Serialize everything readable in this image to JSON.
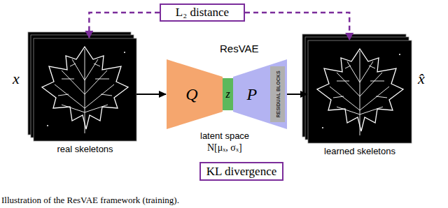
{
  "diagram": {
    "caption": "Illustration of the ResVAE framework (training).",
    "nodes": [
      {
        "text": [
          "L₂ distance"
        ]
      },
      {
        "text": [
          "real skeletons"
        ]
      },
      {
        "text": [
          "Q"
        ]
      },
      {
        "text": [
          "z"
        ]
      },
      {
        "text": [
          "P"
        ]
      },
      {
        "text": [
          "RESIDUAL BLOCKS"
        ],
        "in": 4
      },
      {
        "text": [
          "learned skeletons"
        ]
      },
      {
        "text": [
          "KL divergence"
        ]
      }
    ],
    "edges": [
      {
        "from": 0,
        "to": 1,
        "arrow": "to"
      },
      {
        "from": 0,
        "to": 6,
        "arrow": "to"
      },
      {
        "from": 1,
        "to": 2,
        "arrow": "to"
      },
      {
        "from": 4,
        "to": 6,
        "arrow": "to"
      }
    ],
    "labels": [
      "x",
      "ResVAE",
      "latent space",
      "N[μₓ, σₓ]",
      "x̂"
    ]
  }
}
